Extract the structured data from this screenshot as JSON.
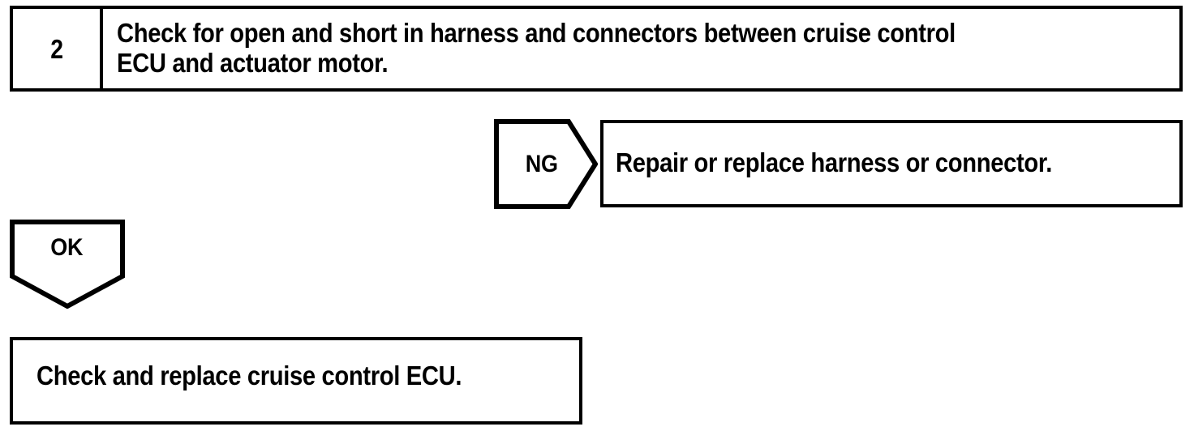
{
  "document": {
    "type": "troubleshooting-flowchart",
    "title": "Cruise control diagnostic step 2"
  },
  "colors": {
    "ink": "#000000",
    "paper": "#ffffff"
  },
  "step": {
    "number": "2",
    "instruction": "Check for open and short in harness and connectors between cruise control\nECU and actuator motor."
  },
  "branches": {
    "ng": {
      "label": "NG",
      "result": "Repair or replace harness or connector."
    },
    "ok": {
      "label": "OK",
      "result": "Check and replace cruise control ECU."
    }
  }
}
